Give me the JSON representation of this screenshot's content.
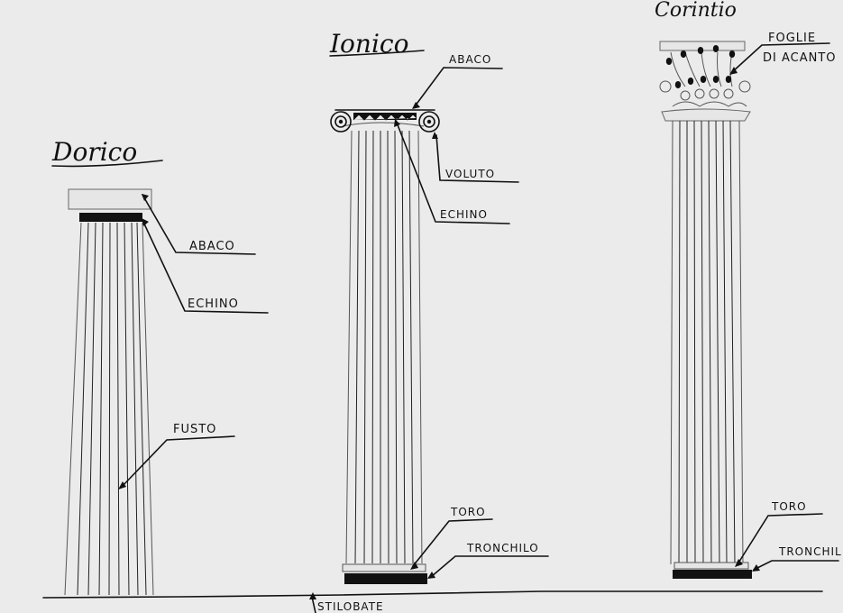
{
  "columns": {
    "doric": {
      "title": "Dorico",
      "labels": {
        "abaco": "ABACO",
        "echino": "ECHINO",
        "fusto": "FUSTO"
      }
    },
    "ionic": {
      "title": "Ionico",
      "labels": {
        "abaco": "ABACO",
        "voluto": "VOLUTO",
        "echino": "ECHINO",
        "toro": "TORO",
        "tronchilo": "TRONCHILO"
      }
    },
    "corinthian": {
      "title": "Corintio",
      "labels": {
        "foglie": "FOGLIE",
        "acanto": "DI ACANTO",
        "toro": "TORO",
        "tronchilo": "TRONCHIL"
      }
    }
  },
  "base": {
    "stilobate": "STILOBATE"
  }
}
